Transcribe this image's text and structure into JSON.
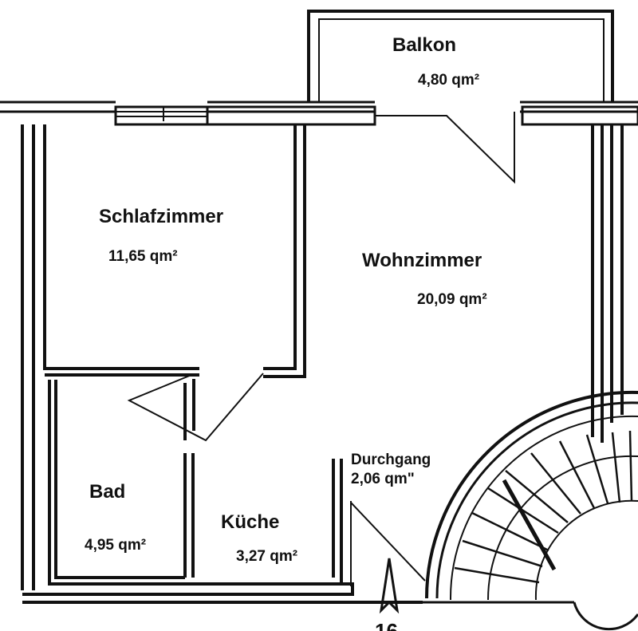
{
  "rooms": [
    {
      "name": "Balkon",
      "area": "4,80 qm²"
    },
    {
      "name": "Schlafzimmer",
      "area": "11,65 qm²"
    },
    {
      "name": "Wohnzimmer",
      "area": "20,09 qm²"
    },
    {
      "name": "Bad",
      "area": "4,95 qm²"
    },
    {
      "name": "Küche",
      "area": "3,27 qm²"
    },
    {
      "name": "Durchgang",
      "area": "2,06 qm\""
    }
  ],
  "north_label": "16",
  "colors": {
    "line": "#111111",
    "background": "#ffffff"
  }
}
